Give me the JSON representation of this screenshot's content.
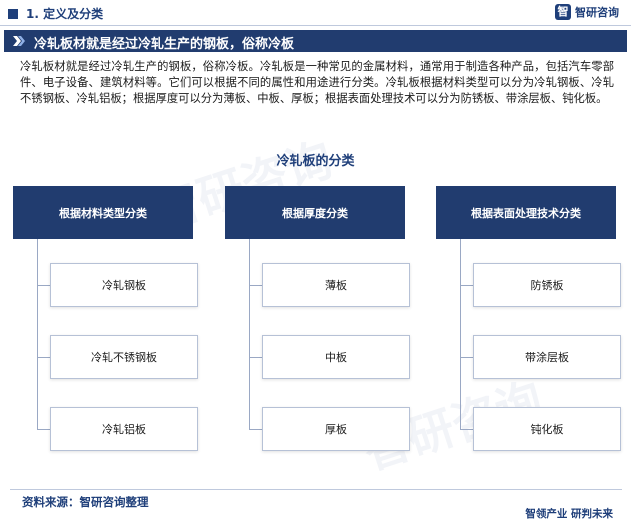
{
  "header": {
    "section_title": "1. 定义及分类",
    "brand_logo_text": "智",
    "brand_name": "智研咨询"
  },
  "title_bar": {
    "text": "冷轧板材就是经过冷轧生产的钢板，俗称冷板"
  },
  "intro": "冷轧板材就是经过冷轧生产的钢板，俗称冷板。冷轧板是一种常见的金属材料，通常用于制造各种产品，包括汽车零部件、电子设备、建筑材料等。它们可以根据不同的属性和用途进行分类。冷轧板根据材料类型可以分为冷轧钢板、冷轧不锈钢板、冷轧铝板；根据厚度可以分为薄板、中板、厚板；根据表面处理技术可以分为防锈板、带涂层板、钝化板。",
  "watermark": "智研咨询",
  "diagram": {
    "title": "冷轧板的分类",
    "categories": [
      {
        "label": "根据材料类型分类",
        "items": [
          "冷轧钢板",
          "冷轧不锈钢板",
          "冷轧铝板"
        ]
      },
      {
        "label": "根据厚度分类",
        "items": [
          "薄板",
          "中板",
          "厚板"
        ]
      },
      {
        "label": "根据表面处理技术分类",
        "items": [
          "防锈板",
          "带涂层板",
          "钝化板"
        ]
      }
    ]
  },
  "footer": {
    "source": "资料来源：智研咨询整理",
    "slogan": "智领产业  研判未来"
  },
  "colors": {
    "primary": "#213c6f",
    "accent": "#1f3f7a",
    "line": "#9aa8c4"
  }
}
